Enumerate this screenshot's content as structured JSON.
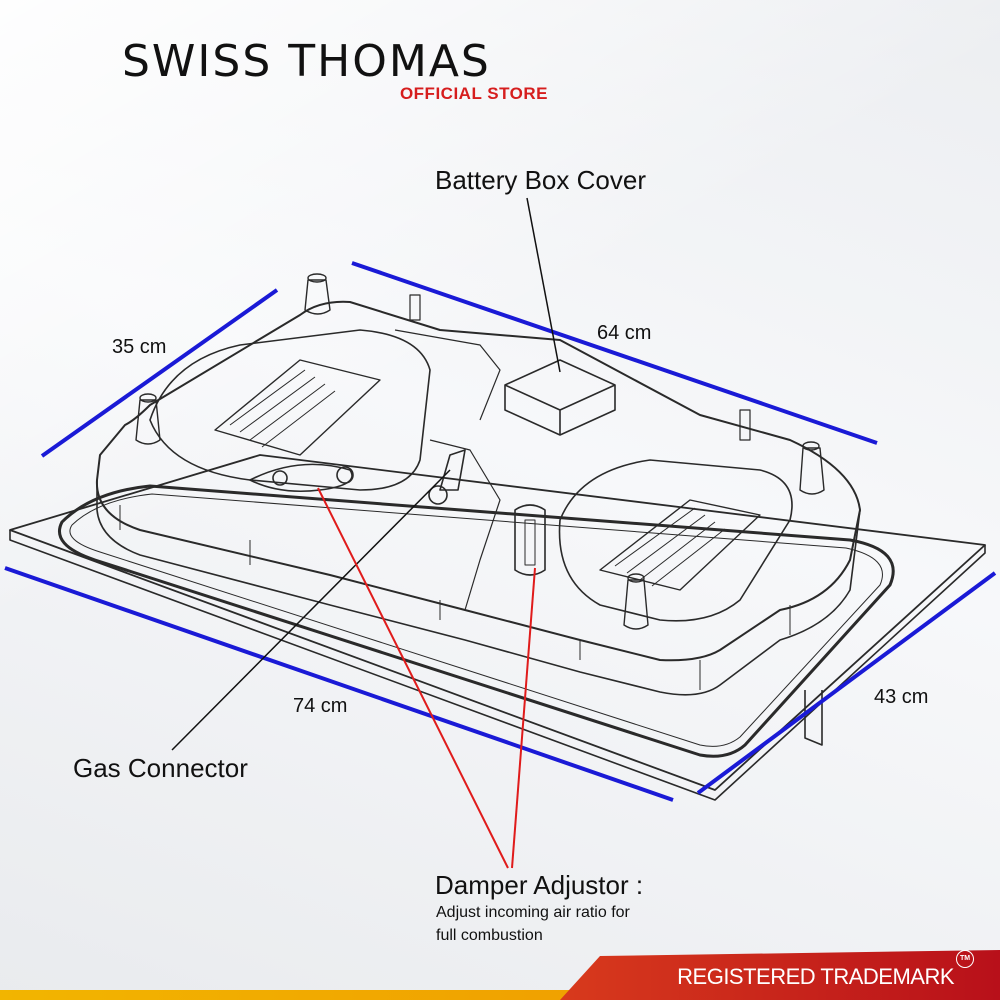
{
  "brand": {
    "name": "SWISS THOMAS",
    "subtitle": "OFFICIAL STORE"
  },
  "dimensions": {
    "top_depth": "35 cm",
    "top_width": "64 cm",
    "bottom_width": "74 cm",
    "bottom_depth": "43 cm"
  },
  "callouts": {
    "battery": "Battery Box Cover",
    "gas": "Gas Connector",
    "damper_title": "Damper Adjustor :",
    "damper_desc_1": "Adjust incoming air ratio for",
    "damper_desc_2": "full combustion"
  },
  "banner": {
    "text": "REGISTERED TRADEMARK",
    "mark": "TM"
  },
  "colors": {
    "dimension_line": "#1a1ad6",
    "damper_line": "#e01b1b",
    "brand_red": "#d61e1e"
  }
}
